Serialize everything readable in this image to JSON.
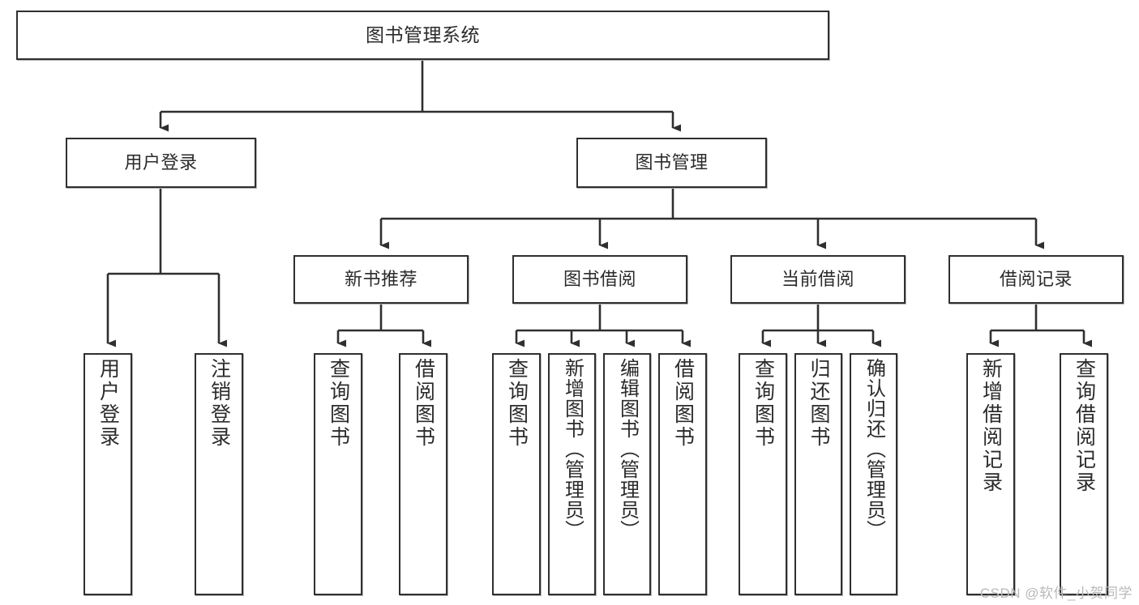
{
  "diagram": {
    "title": "图书管理系统",
    "type": "tree-hierarchy",
    "watermark": "CSDN @软件_小贺同学",
    "colors": {
      "border": "#2f2f2f",
      "background": "#ffffff",
      "text": "#2b2b2b",
      "edge": "#2f2f2f",
      "watermark": "#b9b9b9"
    }
  },
  "nodes": {
    "root": {
      "label": "图书管理系统"
    },
    "level2": [
      {
        "id": "user-login",
        "label": "用户登录"
      },
      {
        "id": "book-management",
        "label": "图书管理"
      }
    ],
    "level3": [
      {
        "id": "new-book-recommend",
        "label": "新书推荐"
      },
      {
        "id": "book-borrow",
        "label": "图书借阅"
      },
      {
        "id": "current-borrow",
        "label": "当前借阅"
      },
      {
        "id": "borrow-record",
        "label": "借阅记录"
      }
    ],
    "leaves": [
      {
        "id": "leaf-user-login",
        "label": "用户登录",
        "parent": "user-login"
      },
      {
        "id": "leaf-logout-login",
        "label": "注销登录",
        "parent": "user-login"
      },
      {
        "id": "leaf-query-book-1",
        "label": "查询图书",
        "parent": "new-book-recommend"
      },
      {
        "id": "leaf-borrow-book-1",
        "label": "借阅图书",
        "parent": "new-book-recommend"
      },
      {
        "id": "leaf-query-book-2",
        "label": "查询图书",
        "parent": "book-borrow"
      },
      {
        "id": "leaf-add-book",
        "label": "新增图书（管理员）",
        "parent": "book-borrow"
      },
      {
        "id": "leaf-edit-book",
        "label": "编辑图书（管理员）",
        "parent": "book-borrow"
      },
      {
        "id": "leaf-borrow-book-2",
        "label": "借阅图书",
        "parent": "book-borrow"
      },
      {
        "id": "leaf-query-book-3",
        "label": "查询图书",
        "parent": "current-borrow"
      },
      {
        "id": "leaf-return-book",
        "label": "归还图书",
        "parent": "current-borrow"
      },
      {
        "id": "leaf-confirm-return",
        "label": "确认归还（管理员）",
        "parent": "current-borrow"
      },
      {
        "id": "leaf-add-record",
        "label": "新增借阅记录",
        "parent": "borrow-record"
      },
      {
        "id": "leaf-query-record",
        "label": "查询借阅记录",
        "parent": "borrow-record"
      }
    ]
  }
}
